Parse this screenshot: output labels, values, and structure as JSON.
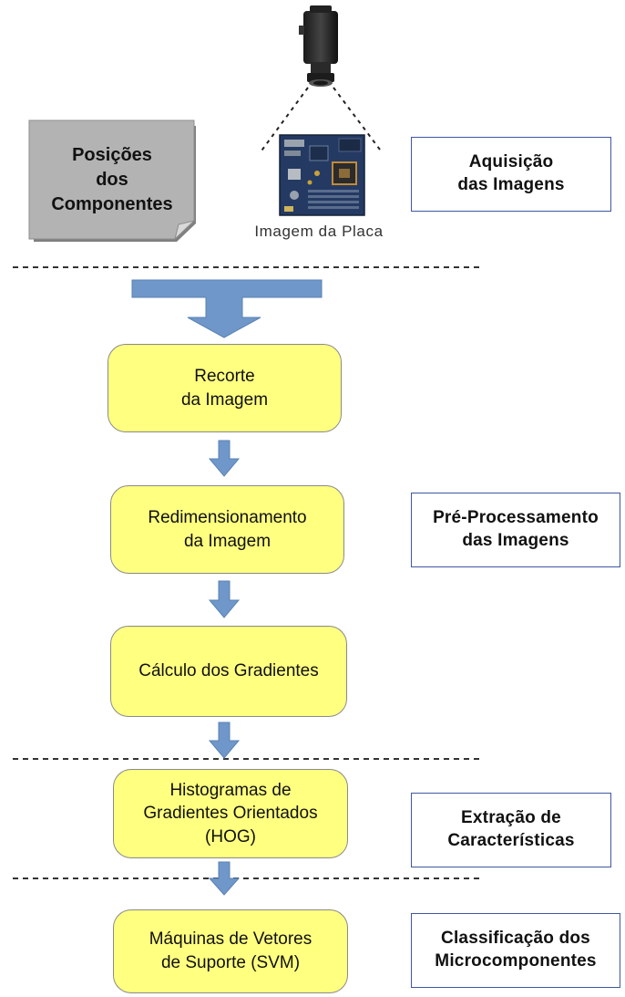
{
  "title": "",
  "components_doc": {
    "label": "Posições\ndos\nComponentes"
  },
  "camera": {
    "icon": "camera-icon"
  },
  "board": {
    "icon": "circuit-board-image",
    "caption": "Imagem da Placa"
  },
  "stages": {
    "acquisition": "Aquisição\ndas Imagens",
    "preprocessing": "Pré-Processamento\ndas Imagens",
    "features": "Extração de\nCaracterísticas",
    "classification": "Classificação dos\nMicrocomponentes"
  },
  "steps": {
    "crop": "Recorte\nda Imagem",
    "resize": "Redimensionamento\nda Imagem",
    "gradients": "Cálculo dos Gradientes",
    "hog": "Histogramas de\nGradientes Orientados\n(HOG)",
    "svm": "Máquinas de Vetores\nde Suporte (SVM)"
  },
  "colors": {
    "step_fill": "#ffff80",
    "stage_border": "#3f57a0",
    "arrow": "#6f97c9",
    "doc_fill": "#b3b3b3"
  }
}
